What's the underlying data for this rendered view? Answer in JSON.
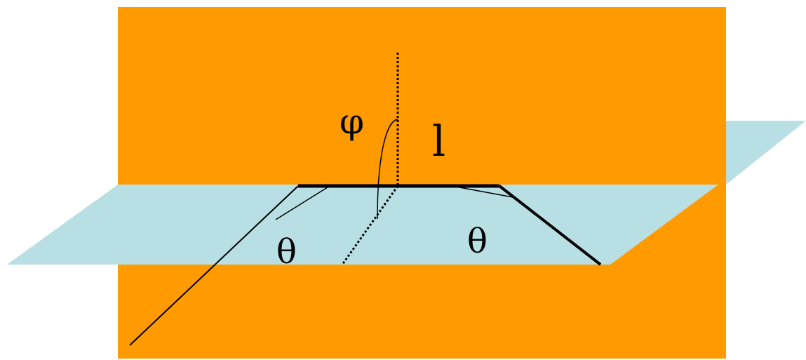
{
  "colors": {
    "background": "#ffffff",
    "vertical_plane": "#ff9a00",
    "horizontal_plane": "#b8dfe3",
    "lines": "#000000"
  },
  "labels": {
    "phi": "φ",
    "length": "l",
    "theta_left": "θ",
    "theta_right": "θ"
  }
}
